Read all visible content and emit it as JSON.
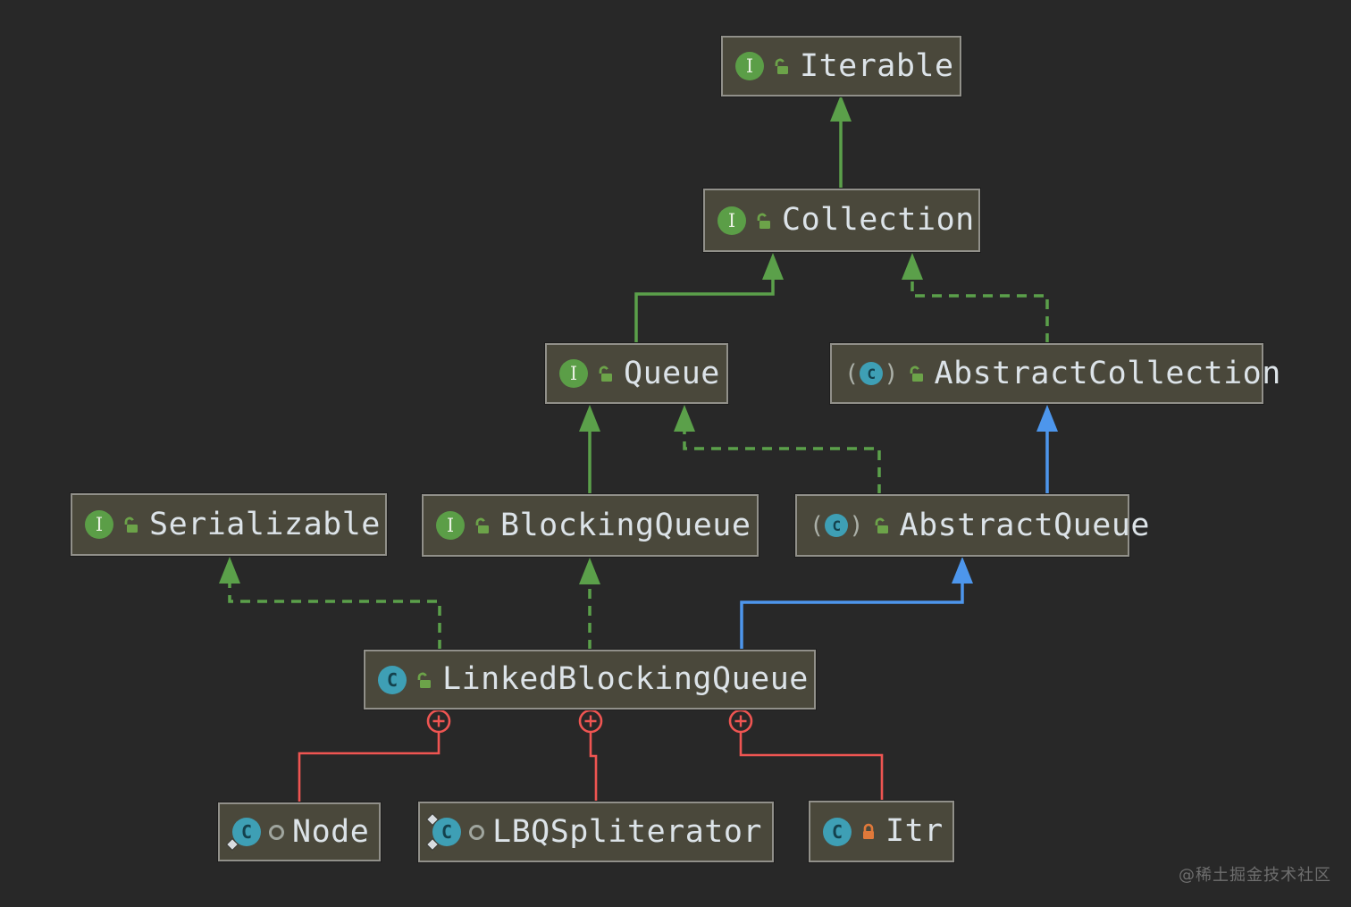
{
  "diagram": {
    "kind": "uml-class-hierarchy",
    "nodes": {
      "iterable": {
        "label": "Iterable",
        "stereotype": "interface",
        "visibility": "public",
        "icons": [
          "interface-icon",
          "public-open-lock-icon"
        ]
      },
      "collection": {
        "label": "Collection",
        "stereotype": "interface",
        "visibility": "public",
        "icons": [
          "interface-icon",
          "public-open-lock-icon"
        ]
      },
      "queue": {
        "label": "Queue",
        "stereotype": "interface",
        "visibility": "public",
        "icons": [
          "interface-icon",
          "public-open-lock-icon"
        ]
      },
      "abstract_collection": {
        "label": "AbstractCollection",
        "stereotype": "abstract-class",
        "visibility": "public",
        "icons": [
          "abstract-class-icon",
          "public-open-lock-icon"
        ]
      },
      "serializable": {
        "label": "Serializable",
        "stereotype": "interface",
        "visibility": "public",
        "icons": [
          "interface-icon",
          "public-open-lock-icon"
        ]
      },
      "blocking_queue": {
        "label": "BlockingQueue",
        "stereotype": "interface",
        "visibility": "public",
        "icons": [
          "interface-icon",
          "public-open-lock-icon"
        ]
      },
      "abstract_queue": {
        "label": "AbstractQueue",
        "stereotype": "abstract-class",
        "visibility": "public",
        "icons": [
          "abstract-class-icon",
          "public-open-lock-icon"
        ]
      },
      "linked_blocking_queue": {
        "label": "LinkedBlockingQueue",
        "stereotype": "class",
        "visibility": "public",
        "icons": [
          "class-icon",
          "public-open-lock-icon"
        ]
      },
      "node": {
        "label": "Node",
        "stereotype": "static-class",
        "visibility": "package-private",
        "icons": [
          "class-icon-with-static-diamond",
          "package-private-ring-icon"
        ]
      },
      "lbq_spliterator": {
        "label": "LBQSpliterator",
        "stereotype": "static-class",
        "visibility": "package-private",
        "icons": [
          "class-icon-with-static-diamonds",
          "package-private-ring-icon"
        ]
      },
      "itr": {
        "label": "Itr",
        "stereotype": "class",
        "visibility": "private",
        "icons": [
          "class-icon",
          "private-closed-lock-icon"
        ]
      }
    },
    "edges": [
      {
        "from": "collection",
        "to": "iterable",
        "type": "extends-interface",
        "style": "solid-green-arrow"
      },
      {
        "from": "queue",
        "to": "collection",
        "type": "extends-interface",
        "style": "solid-green-arrow"
      },
      {
        "from": "abstract_collection",
        "to": "collection",
        "type": "implements",
        "style": "dashed-green-arrow"
      },
      {
        "from": "blocking_queue",
        "to": "queue",
        "type": "extends-interface",
        "style": "solid-green-arrow"
      },
      {
        "from": "abstract_queue",
        "to": "queue",
        "type": "implements",
        "style": "dashed-green-arrow"
      },
      {
        "from": "abstract_queue",
        "to": "abstract_collection",
        "type": "extends-class",
        "style": "solid-blue-arrow"
      },
      {
        "from": "linked_blocking_queue",
        "to": "serializable",
        "type": "implements",
        "style": "dashed-green-arrow"
      },
      {
        "from": "linked_blocking_queue",
        "to": "blocking_queue",
        "type": "implements",
        "style": "dashed-green-arrow"
      },
      {
        "from": "linked_blocking_queue",
        "to": "abstract_queue",
        "type": "extends-class",
        "style": "solid-blue-arrow"
      },
      {
        "from": "linked_blocking_queue",
        "to": "node",
        "type": "inner-class",
        "style": "red-line-circled-plus"
      },
      {
        "from": "linked_blocking_queue",
        "to": "lbq_spliterator",
        "type": "inner-class",
        "style": "red-line-circled-plus"
      },
      {
        "from": "linked_blocking_queue",
        "to": "itr",
        "type": "inner-class",
        "style": "red-line-circled-plus"
      }
    ],
    "colors": {
      "background": "#282828",
      "node_fill": "#4A483B",
      "node_border": "#91908A",
      "node_text": "#DCE3E8",
      "green_inheritance": "#5BA04A",
      "blue_extends": "#4D96EC",
      "red_inner_class": "#EF5552",
      "interface_icon_green": "#5B9E47",
      "class_icon_teal": "#3E9FB5",
      "open_lock_green": "#6CA349",
      "closed_lock_orange": "#E0793A"
    },
    "icon_glyphs": {
      "interface": "I",
      "class": "C",
      "abstract_wrap": "( )"
    },
    "watermark": "@稀土掘金技术社区"
  }
}
